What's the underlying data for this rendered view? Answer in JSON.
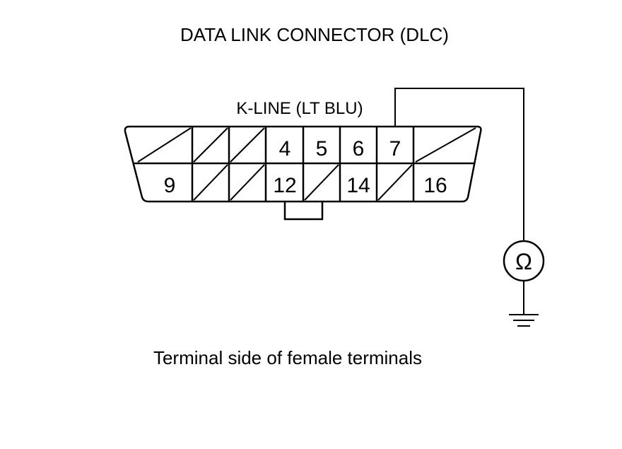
{
  "diagram": {
    "title": "DATA LINK CONNECTOR (DLC)",
    "wire_label": "K-LINE (LT BLU)",
    "caption": "Terminal side of female terminals",
    "meter_symbol": "Ω",
    "meter_icon": "ohmmeter-icon",
    "ground_icon": "ground-icon",
    "pins_top": [
      {
        "label": "",
        "blank": true
      },
      {
        "label": "",
        "blank": true
      },
      {
        "label": "",
        "blank": true
      },
      {
        "label": "4",
        "blank": false
      },
      {
        "label": "5",
        "blank": false
      },
      {
        "label": "6",
        "blank": false
      },
      {
        "label": "7",
        "blank": false
      },
      {
        "label": "",
        "blank": true
      }
    ],
    "pins_bottom": [
      {
        "label": "9",
        "blank": false
      },
      {
        "label": "",
        "blank": true
      },
      {
        "label": "",
        "blank": true
      },
      {
        "label": "12",
        "blank": false
      },
      {
        "label": "",
        "blank": true
      },
      {
        "label": "14",
        "blank": false
      },
      {
        "label": "",
        "blank": true
      },
      {
        "label": "16",
        "blank": false
      }
    ],
    "line_color": "#000000",
    "background": "#ffffff"
  }
}
